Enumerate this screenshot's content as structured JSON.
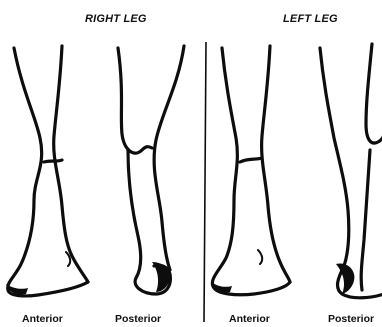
{
  "headers": {
    "right_leg": "RIGHT LEG",
    "left_leg": "LEFT LEG"
  },
  "captions": {
    "right_anterior": "Anterior",
    "right_posterior": "Posterior",
    "left_anterior": "Anterior",
    "left_posterior": "Posterior"
  },
  "colors": {
    "ink": "#0d0d0d",
    "background": "#ffffff"
  }
}
